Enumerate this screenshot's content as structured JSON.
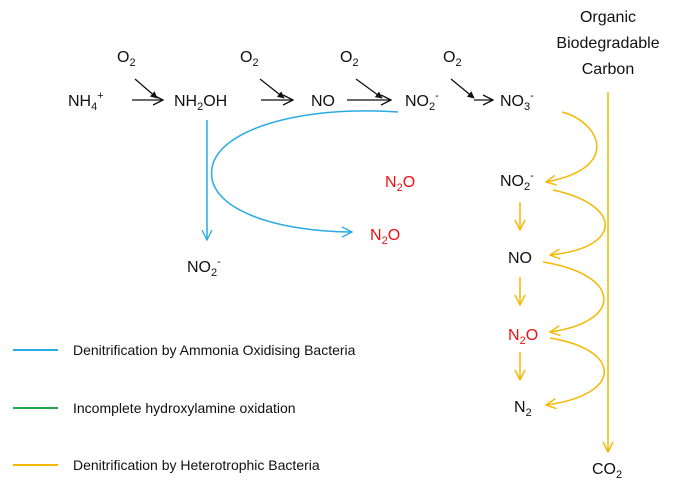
{
  "colors": {
    "ammonia_oxidising": "#29abe2",
    "hydroxylamine": "#22a84a",
    "heterotrophic": "#f5b800",
    "n2o_text": "#ee1111",
    "arrow_black": "#111111"
  },
  "top_chain": {
    "nh4": {
      "main": "NH",
      "sub": "4",
      "sup": "+"
    },
    "nh2oh": {
      "pre": "NH",
      "sub": "2",
      "post": "OH"
    },
    "no": {
      "main": "NO"
    },
    "no2": {
      "main": "NO",
      "sub": "2",
      "sup": "-"
    },
    "no3": {
      "main": "NO",
      "sub": "3",
      "sup": "-"
    },
    "o2": {
      "main": "O",
      "sub": "2"
    }
  },
  "organic_carbon": {
    "line1": "Organic",
    "line2": "Biodegradable",
    "line3": "Carbon"
  },
  "middle": {
    "n2o_mid": {
      "main": "N",
      "sub": "2",
      "post": "O"
    },
    "n2o_curve": {
      "main": "N",
      "sub": "2",
      "post": "O"
    },
    "no2_bottom": {
      "main": "NO",
      "sub": "2",
      "sup": "-"
    }
  },
  "hetero_chain": {
    "no2": {
      "main": "NO",
      "sub": "2",
      "sup": "-"
    },
    "no": {
      "main": "NO"
    },
    "n2o": {
      "main": "N",
      "sub": "2",
      "post": "O"
    },
    "n2": {
      "main": "N",
      "sub": "2"
    },
    "co2": {
      "main": "CO",
      "sub": "2"
    }
  },
  "legend": {
    "items": [
      {
        "label": "Denitrification by Ammonia Oxidising Bacteria"
      },
      {
        "label": "Incomplete hydroxylamine oxidation"
      },
      {
        "label": "Denitrification by Heterotrophic Bacteria"
      }
    ]
  }
}
